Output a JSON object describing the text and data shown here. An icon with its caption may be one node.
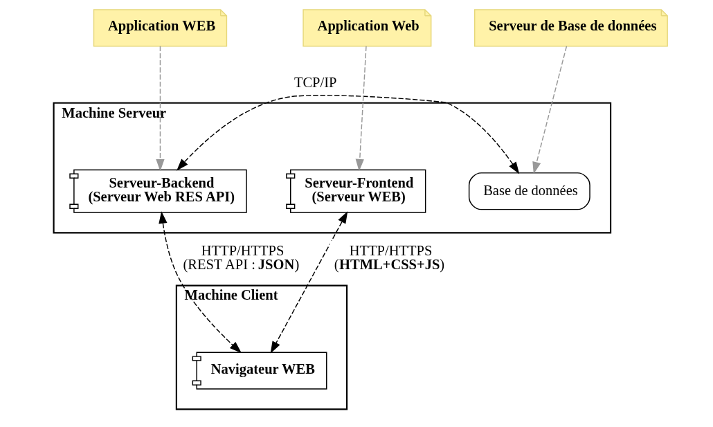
{
  "diagram": {
    "nodes": [
      {
        "text": [
          "Machine Serveur"
        ]
      },
      {
        "text": [
          "Base de données"
        ],
        "in": 0
      },
      {
        "text": [
          "Serveur-Backend (Serveur Web RES API)"
        ],
        "in": 0
      },
      {
        "text": [
          "Serveur-Frontend (Serveur WEB)"
        ],
        "in": 0
      },
      {
        "text": [
          "Machine Client"
        ]
      },
      {
        "text": [
          "Navigateur WEB"
        ],
        "in": 4
      },
      {
        "text": [
          "Application WEB"
        ]
      },
      {
        "text": [
          "Application Web"
        ]
      },
      {
        "text": [
          "Serveur de Base de données"
        ]
      }
    ],
    "edges": [
      {
        "from": 6,
        "to": 2,
        "arrow": "to",
        "style": "dashed",
        "color": "#999999"
      },
      {
        "from": 7,
        "to": 3,
        "arrow": "to",
        "style": "dashed",
        "color": "#999999"
      },
      {
        "from": 8,
        "to": 1,
        "arrow": "to",
        "style": "dashed",
        "color": "#999999"
      },
      {
        "from": 1,
        "to": 2,
        "arrow": "both",
        "style": "dashed",
        "color": "#000000",
        "label": "TCP/IP"
      },
      {
        "from": 2,
        "to": 5,
        "arrow": "both",
        "style": "dashed",
        "color": "#000000",
        "label": "HTTP/HTTPS (REST API : **JSON**)"
      },
      {
        "from": 3,
        "to": 5,
        "arrow": "both",
        "style": "dashed",
        "color": "#000000",
        "label": "HTTP/HTTPS (**HTML+CSS+JS**)"
      }
    ]
  }
}
